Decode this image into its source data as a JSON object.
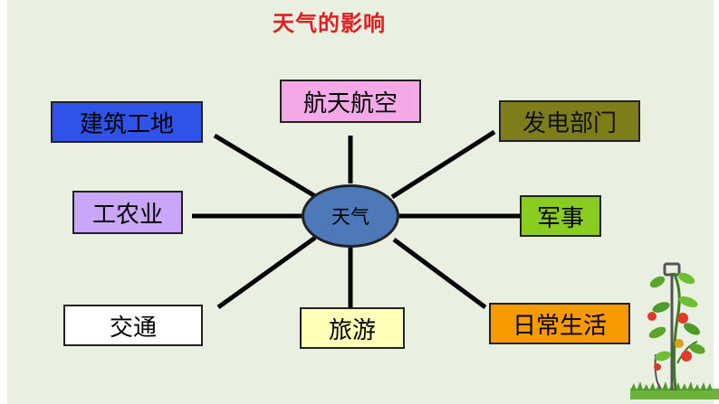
{
  "title": "天气的影响",
  "center": "天气",
  "nodes": {
    "construction": "建筑工地",
    "aviation": "航天航空",
    "power": "发电部门",
    "agriculture": "工农业",
    "military": "军事",
    "transport": "交通",
    "tourism": "旅游",
    "daily_life": "日常生活"
  },
  "colors": {
    "title": "#e02020",
    "center": "#4e79b8",
    "construction": "#2f52e8",
    "aviation": "#f2a9e6",
    "power": "#7d7d1a",
    "agriculture": "#c9a6f7",
    "military": "#8acc1f",
    "transport": "#ffffff",
    "tourism": "#ffffb8",
    "daily_life": "#f79a00"
  }
}
